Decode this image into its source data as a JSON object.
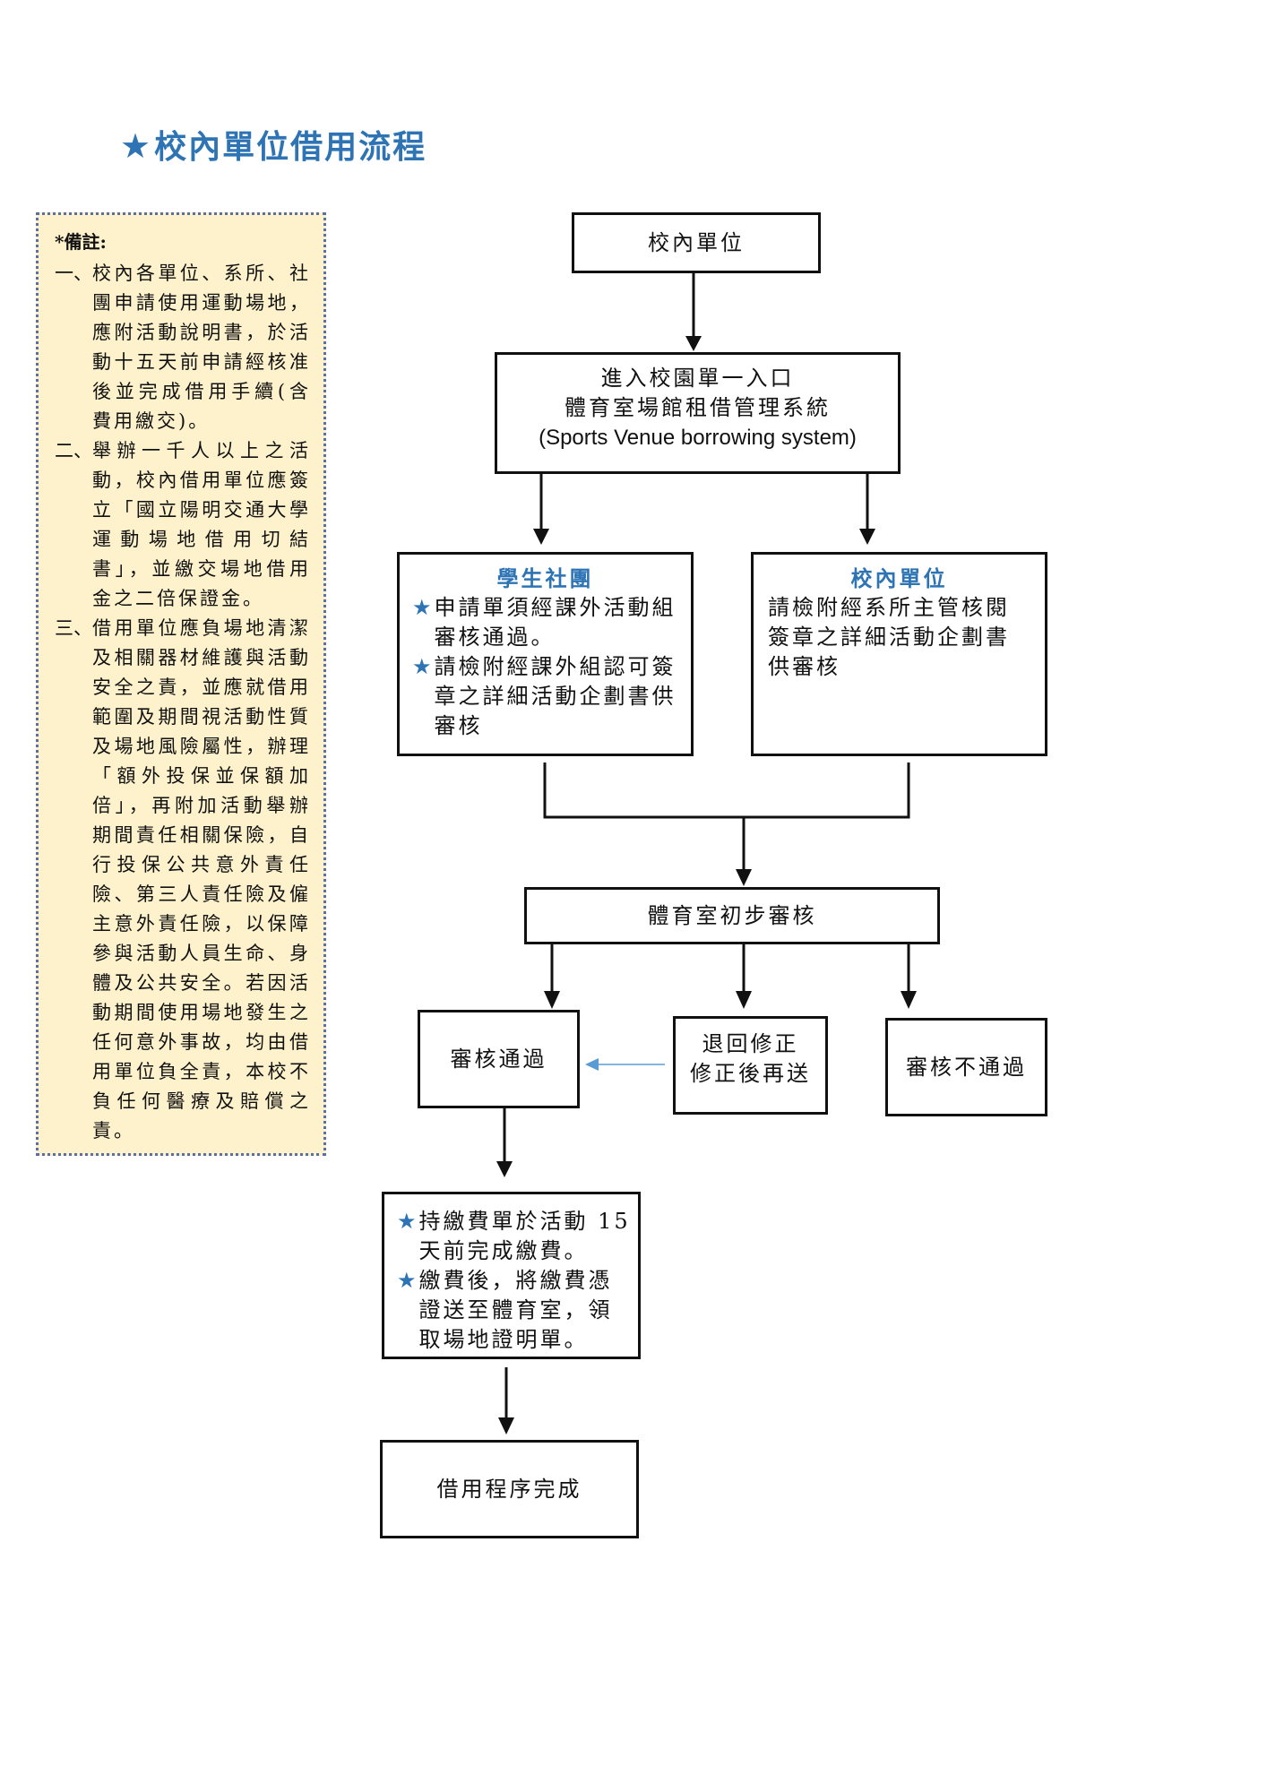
{
  "title": {
    "icon": "star-icon",
    "icon_glyph": "★",
    "text": "校內單位借用流程"
  },
  "notes": {
    "heading": "*備註:",
    "items": [
      {
        "num": "一、",
        "text": "校內各單位、系所、社團申請使用運動場地，應附活動說明書，於活動十五天前申請經核准後並完成借用手續(含費用繳交)。"
      },
      {
        "num": "二、",
        "text": "舉辦一千人以上之活動，校內借用單位應簽立「國立陽明交通大學運動場地借用切結書」，並繳交場地借用金之二倍保證金。"
      },
      {
        "num": "三、",
        "text": "借用單位應負場地清潔及相關器材維護與活動安全之責，並應就借用範圍及期間視活動性質及場地風險屬性，辦理「額外投保並保額加倍」，再附加活動舉辦期間責任相關保險，自行投保公共意外責任險、第三人責任險及僱主意外責任險，以保障參與活動人員生命、身體及公共安全。若因活動期間使用場地發生之任何意外事故，均由借用單位負全責，本校不負任何醫療及賠償之責。"
      }
    ]
  },
  "flow": {
    "start": "校內單位",
    "system": {
      "line1": "進入校園單一入口",
      "line2": "體育室場館租借管理系統",
      "line3": "(Sports Venue borrowing system)"
    },
    "student_club": {
      "heading": "學生社團",
      "bullets": [
        "申請單須經課外活動組審核通過。",
        "請檢附經課外組認可簽章之詳細活動企劃書供審核"
      ]
    },
    "campus_unit": {
      "heading": "校內單位",
      "text": "請檢附經系所主管核閱簽章之詳細活動企劃書供審核"
    },
    "initial_review": "體育室初步審核",
    "approved": "審核通過",
    "returned": {
      "line1": "退回修正",
      "line2": "修正後再送"
    },
    "rejected": "審核不通過",
    "payment": {
      "bullets": [
        "持繳費單於活動 15 天前完成繳費。",
        "繳費後，將繳費憑證送至體育室，領取場地證明單。"
      ]
    },
    "complete": "借用程序完成"
  },
  "colors": {
    "accent": "#2e74b5",
    "notes_bg": "#fef2cc",
    "notes_border": "#5a6fa8",
    "feedback_arrow": "#5b9bd5"
  }
}
